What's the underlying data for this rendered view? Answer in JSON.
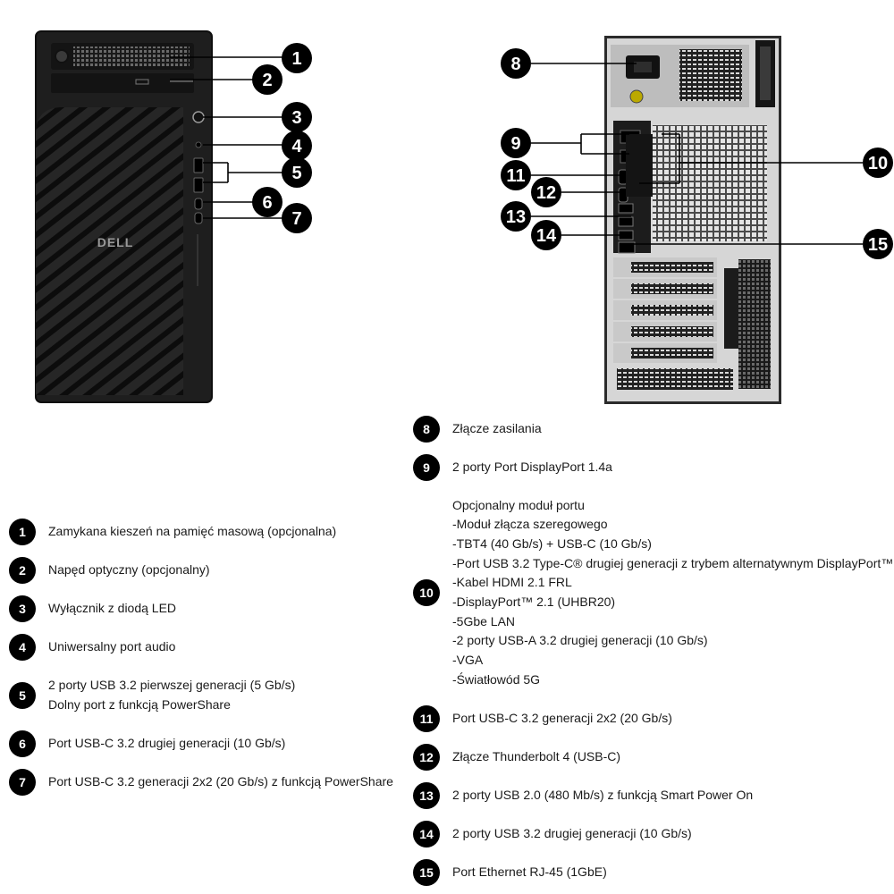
{
  "brand": "DELL",
  "callouts": [
    "1",
    "2",
    "3",
    "4",
    "5",
    "6",
    "7",
    "8",
    "9",
    "10",
    "11",
    "12",
    "13",
    "14",
    "15"
  ],
  "legend": [
    {
      "num": "1",
      "lines": [
        "Zamykana kieszeń na pamięć masową (opcjonalna)"
      ]
    },
    {
      "num": "2",
      "lines": [
        "Napęd optyczny (opcjonalny)"
      ]
    },
    {
      "num": "3",
      "lines": [
        "Wyłącznik z diodą LED"
      ]
    },
    {
      "num": "4",
      "lines": [
        "Uniwersalny port audio"
      ]
    },
    {
      "num": "5",
      "lines": [
        "2 porty USB 3.2 pierwszej generacji (5 Gb/s)",
        "Dolny port z funkcją PowerShare"
      ]
    },
    {
      "num": "6",
      "lines": [
        "Port USB-C 3.2 drugiej generacji (10 Gb/s)"
      ]
    },
    {
      "num": "7",
      "lines": [
        "Port USB-C 3.2 generacji 2x2 (20 Gb/s) z funkcją PowerShare"
      ]
    },
    {
      "num": "8",
      "lines": [
        "Złącze zasilania"
      ]
    },
    {
      "num": "9",
      "lines": [
        "2 porty Port DisplayPort 1.4a"
      ]
    },
    {
      "num": "10",
      "lines": [
        "Opcjonalny moduł portu",
        "-Moduł złącza szeregowego",
        "-TBT4 (40 Gb/s) + USB-C (10 Gb/s)",
        "-Port USB 3.2 Type-C® drugiej generacji z trybem alternatywnym DisplayPort™",
        "-Kabel HDMI 2.1 FRL",
        "-DisplayPort™ 2.1 (UHBR20)",
        "-5Gbe LAN",
        "-2 porty USB-A 3.2 drugiej generacji (10 Gb/s)",
        "-VGA",
        "-Światłowód 5G"
      ]
    },
    {
      "num": "11",
      "lines": [
        "Port USB-C 3.2 generacji 2x2 (20 Gb/s)"
      ]
    },
    {
      "num": "12",
      "lines": [
        "Złącze Thunderbolt 4 (USB-C)"
      ]
    },
    {
      "num": "13",
      "lines": [
        "2 porty USB 2.0 (480 Mb/s) z funkcją Smart Power On"
      ]
    },
    {
      "num": "14",
      "lines": [
        "2 porty USB 3.2 drugiej generacji (10 Gb/s)"
      ]
    },
    {
      "num": "15",
      "lines": [
        "Port Ethernet RJ-45 (1GbE)"
      ]
    }
  ]
}
